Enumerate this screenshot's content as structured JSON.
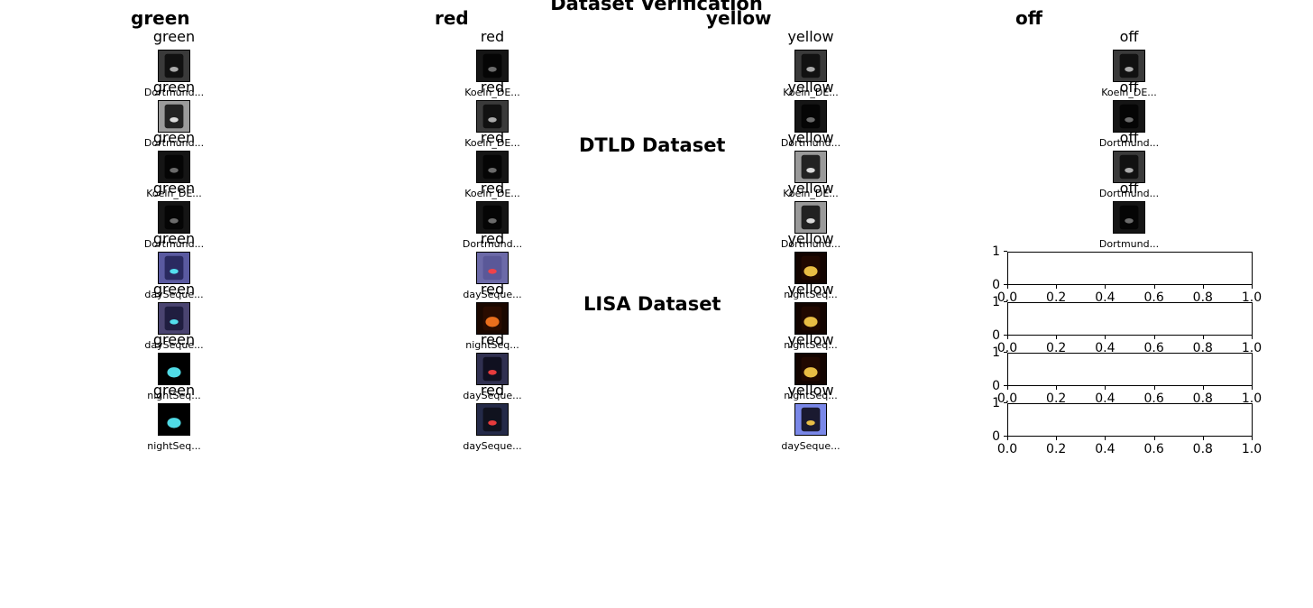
{
  "title": "Dataset Verification",
  "column_headers": [
    "green",
    "red",
    "yellow",
    "off"
  ],
  "sections": {
    "dtld": "DTLD Dataset",
    "lisa": "LISA Dataset"
  },
  "grid": [
    [
      {
        "label": "green",
        "caption": "Dortmund...",
        "theme": "gray"
      },
      {
        "label": "red",
        "caption": "Koeln_DE...",
        "theme": "dark"
      },
      {
        "label": "yellow",
        "caption": "Koeln_DE...",
        "theme": "gray"
      },
      {
        "label": "off",
        "caption": "Koeln_DE...",
        "theme": "gray"
      }
    ],
    [
      {
        "label": "green",
        "caption": "Dortmund...",
        "theme": "light"
      },
      {
        "label": "red",
        "caption": "Koeln_DE...",
        "theme": "gray"
      },
      {
        "label": "yellow",
        "caption": "Dortmund...",
        "theme": "dark"
      },
      {
        "label": "off",
        "caption": "Dortmund...",
        "theme": "dark"
      }
    ],
    [
      {
        "label": "green",
        "caption": "Koeln_DE...",
        "theme": "dark"
      },
      {
        "label": "red",
        "caption": "Koeln_DE...",
        "theme": "dark"
      },
      {
        "label": "yellow",
        "caption": "Koeln_DE...",
        "theme": "light"
      },
      {
        "label": "off",
        "caption": "Dortmund...",
        "theme": "gray"
      }
    ],
    [
      {
        "label": "green",
        "caption": "Dortmund...",
        "theme": "dark"
      },
      {
        "label": "red",
        "caption": "Dortmund...",
        "theme": "dark"
      },
      {
        "label": "yellow",
        "caption": "Dortmund...",
        "theme": "light"
      },
      {
        "label": "off",
        "caption": "Dortmund...",
        "theme": "dark"
      }
    ],
    [
      {
        "label": "green",
        "caption": "daySeque...",
        "theme": "day-green"
      },
      {
        "label": "red",
        "caption": "daySeque...",
        "theme": "day-red"
      },
      {
        "label": "yellow",
        "caption": "nightSeq...",
        "theme": "night-yellow"
      },
      null
    ],
    [
      {
        "label": "green",
        "caption": "daySeque...",
        "theme": "day-green2"
      },
      {
        "label": "red",
        "caption": "nightSeq...",
        "theme": "night-red"
      },
      {
        "label": "yellow",
        "caption": "nightSeq...",
        "theme": "night-yellow"
      },
      null
    ],
    [
      {
        "label": "green",
        "caption": "nightSeq...",
        "theme": "night-green"
      },
      {
        "label": "red",
        "caption": "daySeque...",
        "theme": "day-red2"
      },
      {
        "label": "yellow",
        "caption": "nightSeq...",
        "theme": "night-yellow"
      },
      null
    ],
    [
      {
        "label": "green",
        "caption": "nightSeq...",
        "theme": "night-green"
      },
      {
        "label": "red",
        "caption": "daySeque...",
        "theme": "day-red3"
      },
      {
        "label": "yellow",
        "caption": "daySeque...",
        "theme": "day-yellow"
      },
      null
    ]
  ],
  "empty_axes": {
    "count": 4,
    "x_ticks": [
      "0.0",
      "0.2",
      "0.4",
      "0.6",
      "0.8",
      "1.0"
    ],
    "y_ticks": [
      "0",
      "1"
    ]
  },
  "colors": {
    "green_light": "#59f3ff",
    "red_light": "#ff4040",
    "yellow_light": "#ffd24a"
  }
}
